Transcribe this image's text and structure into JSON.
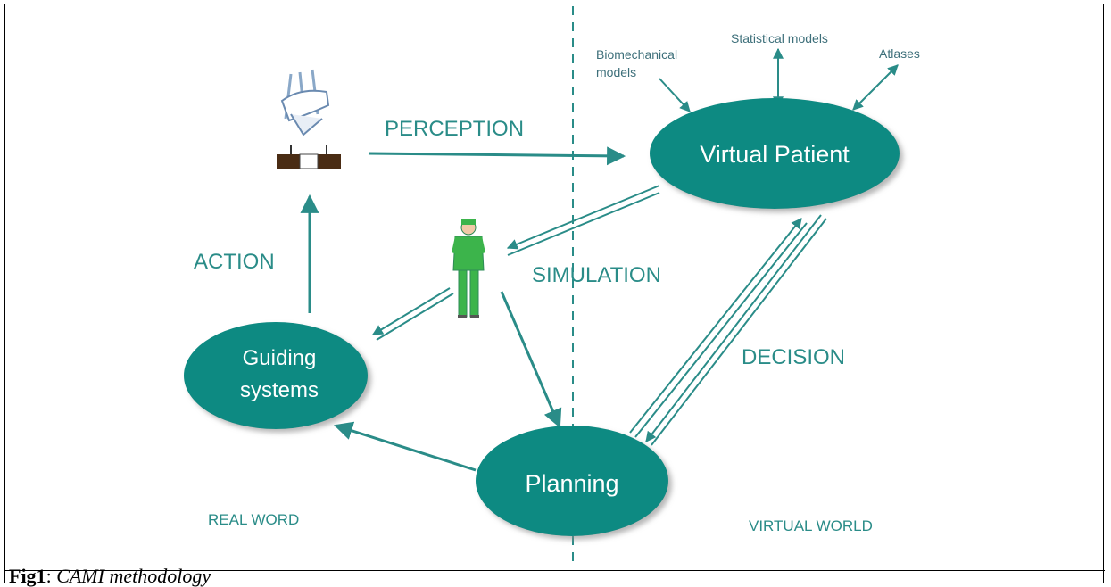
{
  "nodes": {
    "virtual_patient": "Virtual Patient",
    "guiding_systems_line1": "Guiding",
    "guiding_systems_line2": "systems",
    "planning": "Planning"
  },
  "labels": {
    "perception": "PERCEPTION",
    "action": "ACTION",
    "simulation": "SIMULATION",
    "decision": "DECISION",
    "real_word": "REAL WORD",
    "virtual_world": "VIRTUAL WORLD"
  },
  "models": {
    "biomechanical_line1": "Biomechanical",
    "biomechanical_line2": "models",
    "statistical": "Statistical models",
    "atlases": "Atlases"
  },
  "caption": {
    "prefix": "Fig1",
    "separator": ": ",
    "text": "CAMI methodology"
  },
  "colors": {
    "node_fill": "#0f8a82",
    "arrow": "#2a8c88",
    "label": "#2a8c88",
    "small_label": "#3d6f7a"
  },
  "icons": {
    "patient": "operating-table-patient-icon",
    "surgeon": "surgeon-figure-icon"
  }
}
